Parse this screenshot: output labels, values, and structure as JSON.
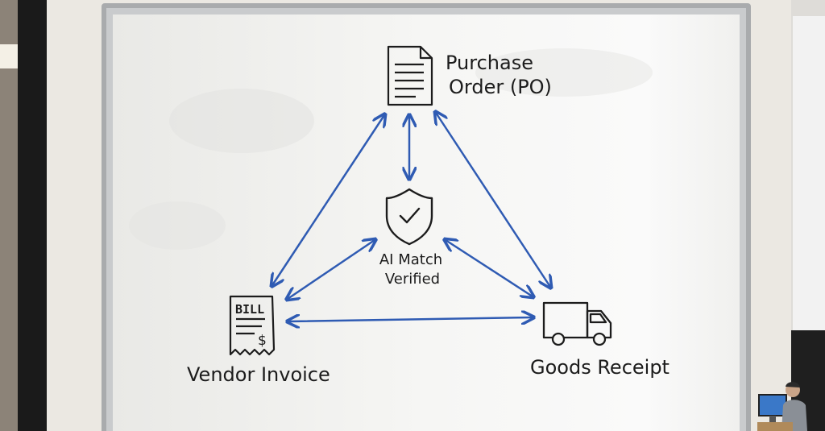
{
  "nodes": {
    "purchase_order": {
      "line1": "Purchase",
      "line2": "Order (PO)",
      "icon": "document-icon"
    },
    "center": {
      "line1": "AI Match",
      "line2": "Verified",
      "icon": "shield-check-icon"
    },
    "vendor_invoice": {
      "label": "Vendor Invoice",
      "icon_text": "BILL",
      "icon_symbol": "$",
      "icon": "receipt-icon"
    },
    "goods_receipt": {
      "label": "Goods Receipt",
      "icon": "delivery-truck-icon"
    }
  },
  "connections": [
    {
      "from": "purchase_order",
      "to": "vendor_invoice",
      "type": "bidirectional"
    },
    {
      "from": "purchase_order",
      "to": "goods_receipt",
      "type": "bidirectional"
    },
    {
      "from": "purchase_order",
      "to": "center",
      "type": "bidirectional"
    },
    {
      "from": "vendor_invoice",
      "to": "center",
      "type": "bidirectional"
    },
    {
      "from": "goods_receipt",
      "to": "center",
      "type": "bidirectional"
    },
    {
      "from": "vendor_invoice",
      "to": "goods_receipt",
      "type": "bidirectional"
    }
  ],
  "colors": {
    "arrow": "#2f5bb3",
    "ink": "#1c1c1c",
    "board": "#f3f3f1",
    "frame": "#b7b9bb",
    "wall": "#ece9e3"
  }
}
